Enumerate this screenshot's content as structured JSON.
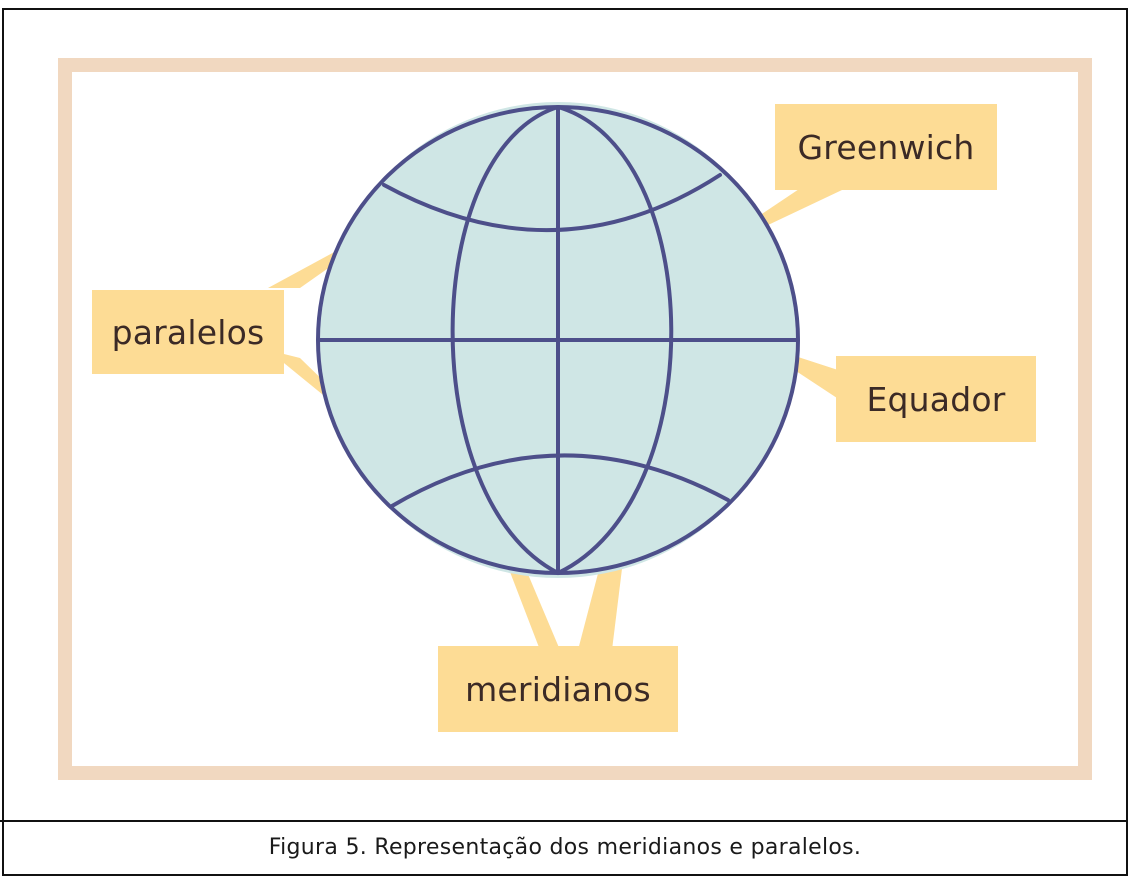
{
  "diagram": {
    "labels": {
      "greenwich": "Greenwich",
      "paralelos": "paralelos",
      "equador": "Equador",
      "meridianos": "meridianos"
    },
    "colors": {
      "globe_fill": "#cfe6e5",
      "globe_lines": "#4d4f8a",
      "label_fill": "#fddc95",
      "label_text": "#3b2a26",
      "panel_border": "#f1d8c0"
    }
  },
  "caption": "Figura 5. Representação dos meridianos e paralelos."
}
